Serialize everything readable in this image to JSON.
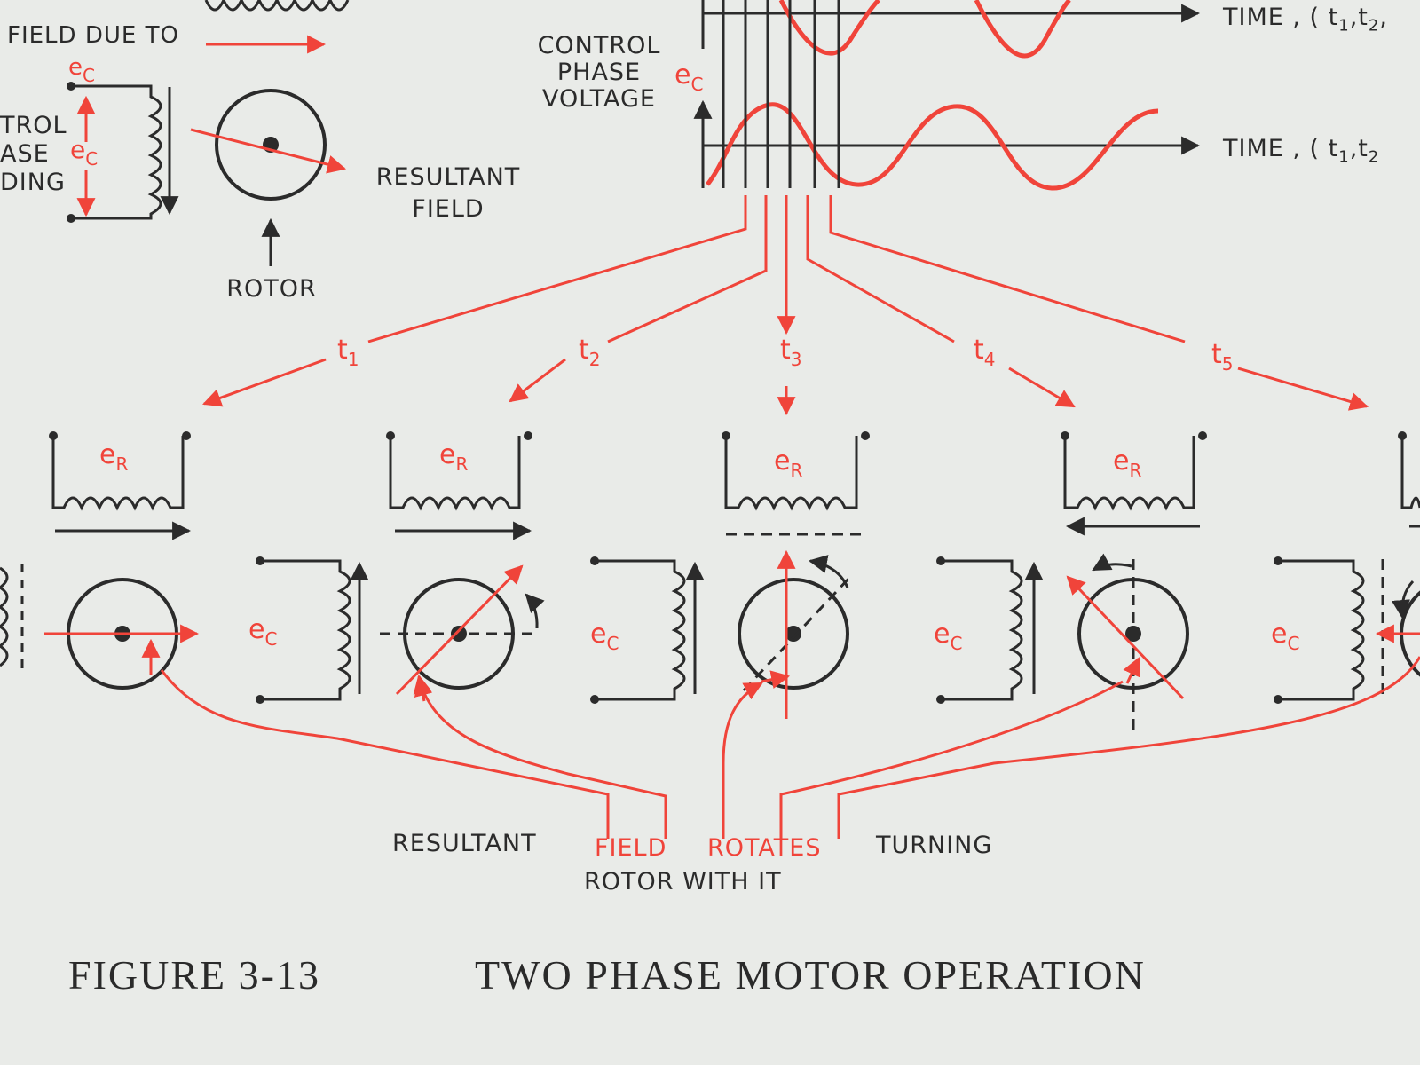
{
  "top_left": {
    "field_due_to": "FIELD DUE TO",
    "control_phase_winding_fragments": [
      "TROL",
      "ASE",
      "DING"
    ],
    "resultant_field": [
      "RESULTANT",
      "FIELD"
    ],
    "rotor": "ROTOR"
  },
  "waveforms": {
    "control_phase_voltage": [
      "CONTROL",
      "PHASE",
      "VOLTAGE"
    ],
    "time_axis_top": "TIME , ( t",
    "time_axis_top_tail": ",t",
    "time_axis_bottom": "TIME , ( t",
    "time_axis_bottom_tail": ",t"
  },
  "symbols": {
    "e": "e",
    "control_sub": "C",
    "reference_sub": "R"
  },
  "time_markers": [
    "t",
    "t",
    "t",
    "t",
    "t"
  ],
  "time_marker_subs": [
    "1",
    "2",
    "3",
    "4",
    "5"
  ],
  "bottom_labels": {
    "resultant": "RESULTANT",
    "field": "FIELD",
    "rotates": "ROTATES",
    "turning": "TURNING",
    "rotor_with_it": "ROTOR WITH IT"
  },
  "caption": {
    "figure_number": "FIGURE 3-13",
    "title": "TWO PHASE MOTOR OPERATION"
  },
  "colors": {
    "ink": "#2b2b2b",
    "red": "#f0443a",
    "paper": "#e9ebe8"
  }
}
